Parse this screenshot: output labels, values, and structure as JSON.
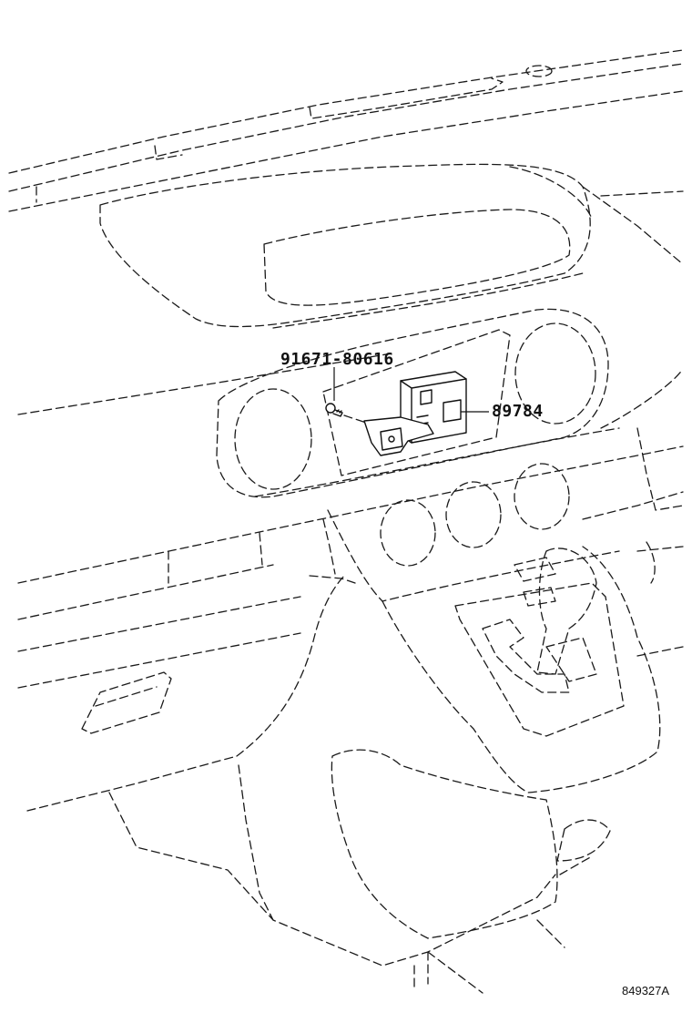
{
  "callouts": {
    "screw": "91671-80616",
    "module": "89784"
  },
  "reference_code": "849327A"
}
